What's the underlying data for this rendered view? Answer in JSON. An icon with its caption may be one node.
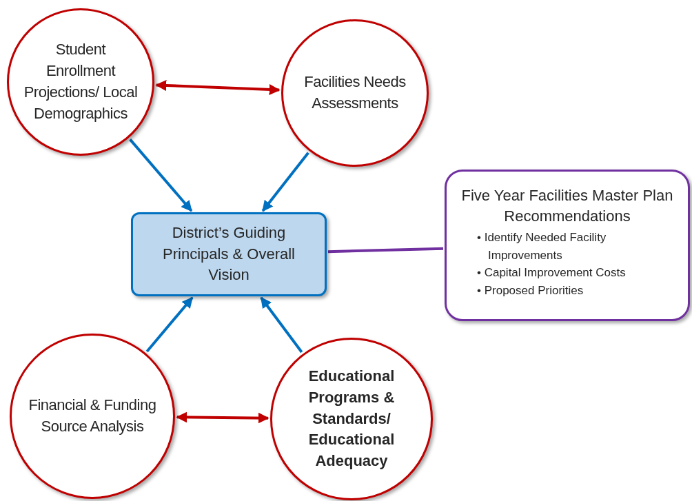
{
  "diagram": {
    "nodes": [
      {
        "text": [
          "Student Enrollment Projections/ Local Demographics"
        ]
      },
      {
        "text": [
          "Facilities Needs Assessments"
        ]
      },
      {
        "text": [
          "District’s Guiding Principals & Overall Vision"
        ]
      },
      {
        "text": [
          "Five Year Facilities Master Plan Recommendations",
          "• Identify Needed Facility Improvements",
          "• Capital Improvement Costs",
          "• Proposed Priorities"
        ]
      },
      {
        "text": [
          "Financial & Funding Source Analysis"
        ]
      },
      {
        "text": [
          "Educational Programs & Standards/ Educational Adequacy"
        ]
      }
    ],
    "edges": [
      {
        "from": 0,
        "to": 1,
        "arrow": "both",
        "color": "#c00000"
      },
      {
        "from": 0,
        "to": 2,
        "arrow": "to"
      },
      {
        "from": 1,
        "to": 2,
        "arrow": "to"
      },
      {
        "from": 2,
        "to": 3,
        "arrow": "none",
        "color": "#7030a0"
      },
      {
        "from": 4,
        "to": 2,
        "arrow": "to"
      },
      {
        "from": 5,
        "to": 2,
        "arrow": "to"
      },
      {
        "from": 4,
        "to": 5,
        "arrow": "both",
        "color": "#c00000"
      }
    ]
  }
}
